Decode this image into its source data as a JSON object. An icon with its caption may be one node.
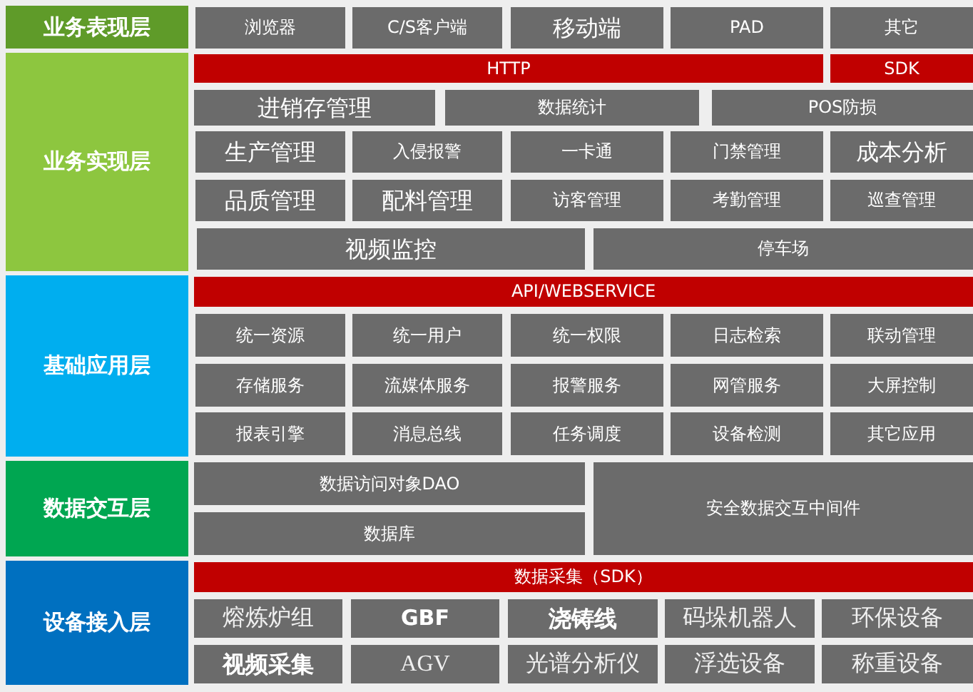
{
  "diagram": {
    "nodes": [
      {
        "text": [
          "业务表现层"
        ]
      },
      {
        "text": [
          "浏览器"
        ]
      },
      {
        "text": [
          "C/S客户端"
        ]
      },
      {
        "text": [
          "移动端"
        ]
      },
      {
        "text": [
          "PAD"
        ]
      },
      {
        "text": [
          "其它"
        ]
      },
      {
        "text": [
          "业务实现层"
        ]
      },
      {
        "text": [
          "HTTP"
        ]
      },
      {
        "text": [
          "SDK"
        ]
      },
      {
        "text": [
          "进销存管理"
        ]
      },
      {
        "text": [
          "数据统计"
        ]
      },
      {
        "text": [
          "POS防损"
        ]
      },
      {
        "text": [
          "生产管理"
        ]
      },
      {
        "text": [
          "入侵报警"
        ]
      },
      {
        "text": [
          "一卡通"
        ]
      },
      {
        "text": [
          "门禁管理"
        ]
      },
      {
        "text": [
          "成本分析"
        ]
      },
      {
        "text": [
          "品质管理"
        ]
      },
      {
        "text": [
          "配料管理"
        ]
      },
      {
        "text": [
          "访客管理"
        ]
      },
      {
        "text": [
          "考勤管理"
        ]
      },
      {
        "text": [
          "巡查管理"
        ]
      },
      {
        "text": [
          "视频监控"
        ]
      },
      {
        "text": [
          "停车场"
        ]
      },
      {
        "text": [
          "基础应用层"
        ]
      },
      {
        "text": [
          "API/WEBSERVICE"
        ]
      },
      {
        "text": [
          "统一资源"
        ]
      },
      {
        "text": [
          "统一用户"
        ]
      },
      {
        "text": [
          "统一权限"
        ]
      },
      {
        "text": [
          "日志检索"
        ]
      },
      {
        "text": [
          "联动管理"
        ]
      },
      {
        "text": [
          "存储服务"
        ]
      },
      {
        "text": [
          "流媒体服务"
        ]
      },
      {
        "text": [
          "报警服务"
        ]
      },
      {
        "text": [
          "网管服务"
        ]
      },
      {
        "text": [
          "大屏控制"
        ]
      },
      {
        "text": [
          "报表引擎"
        ]
      },
      {
        "text": [
          "消息总线"
        ]
      },
      {
        "text": [
          "任务调度"
        ]
      },
      {
        "text": [
          "设备检测"
        ]
      },
      {
        "text": [
          "其它应用"
        ]
      },
      {
        "text": [
          "数据交互层"
        ]
      },
      {
        "text": [
          "数据访问对象DAO"
        ]
      },
      {
        "text": [
          "安全数据交互中间件"
        ]
      },
      {
        "text": [
          "数据库"
        ]
      },
      {
        "text": [
          "设备接入层"
        ]
      },
      {
        "text": [
          "数据采集（SDK）"
        ]
      },
      {
        "text": [
          "熔炼炉组"
        ]
      },
      {
        "text": [
          "GBF"
        ]
      },
      {
        "text": [
          "浇铸线"
        ]
      },
      {
        "text": [
          "码垛机器人"
        ]
      },
      {
        "text": [
          "环保设备"
        ]
      },
      {
        "text": [
          "视频采集"
        ]
      },
      {
        "text": [
          "AGV"
        ]
      },
      {
        "text": [
          "光谱分析仪"
        ]
      },
      {
        "text": [
          "浮选设备"
        ]
      },
      {
        "text": [
          "称重设备"
        ]
      }
    ]
  }
}
